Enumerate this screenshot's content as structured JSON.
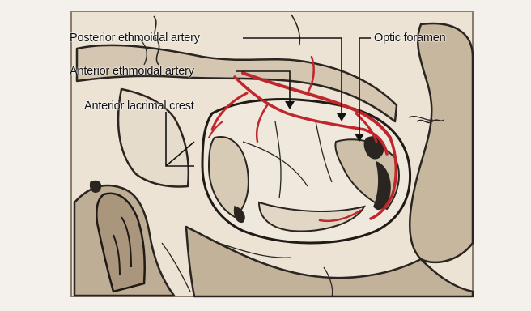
{
  "figure": {
    "labels": {
      "posterior_ethmoidal_artery": "Posterior ethmoidal artery",
      "anterior_ethmoidal_artery": "Anterior ethmoidal artery",
      "anterior_lacrimal_crest": "Anterior lacrimal crest",
      "optic_foramen": "Optic foramen"
    },
    "colors": {
      "artery": "#c0272d",
      "bone_tone": "#b9a995",
      "bone_dark": "#2a2520",
      "frame": "#8a7d6c",
      "background": "#f4f1ec"
    }
  }
}
